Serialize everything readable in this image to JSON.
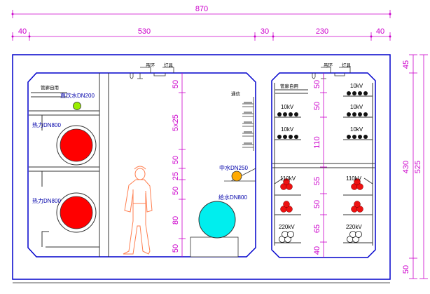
{
  "dimensions_top": {
    "total": "870",
    "left_margin": "40",
    "main_width": "530",
    "gap": "30",
    "side_width": "230",
    "right_margin": "40"
  },
  "dimensions_right": {
    "top": "45",
    "mid": "430",
    "total": "525",
    "bottom": "50"
  },
  "left_chamber": {
    "corner_label": "管廊自用",
    "pipes": {
      "small": "直饮水DN200",
      "upper_large": "热力DN800",
      "lower_large": "热力DN800",
      "medium": "中水DN250",
      "cyan": "给水DN800"
    },
    "hanger_label": "吊环",
    "lamp_label": "灯具",
    "tray_label": "通信",
    "vertical_dims": [
      "50",
      "5x25",
      "50",
      "25",
      "50",
      "80",
      "50"
    ]
  },
  "right_chamber": {
    "corner_label": "管廊自用",
    "hanger_label": "吊环",
    "lamp_label": "灯具",
    "cable_labels": {
      "r_top": "10kV",
      "l_mid": "10kV",
      "r_mid": "10kV",
      "l_low": "10kV",
      "r_low": "10kV",
      "l_110_1": "110kV",
      "r_110_1": "110kV",
      "l_220": "220kV",
      "r_220": "220kV"
    },
    "vertical_dims": [
      "50",
      "50",
      "110",
      "55",
      "50",
      "65",
      "40"
    ]
  },
  "colors": {
    "outline": "#0000cc",
    "dimension": "#cc00cc",
    "heat_pipe": "#ff0000",
    "water_pipe": "#00eeee",
    "reclaimed_pipe": "#ffaa00",
    "drinking_pipe": "#99ee00",
    "person": "#ff7f50"
  }
}
